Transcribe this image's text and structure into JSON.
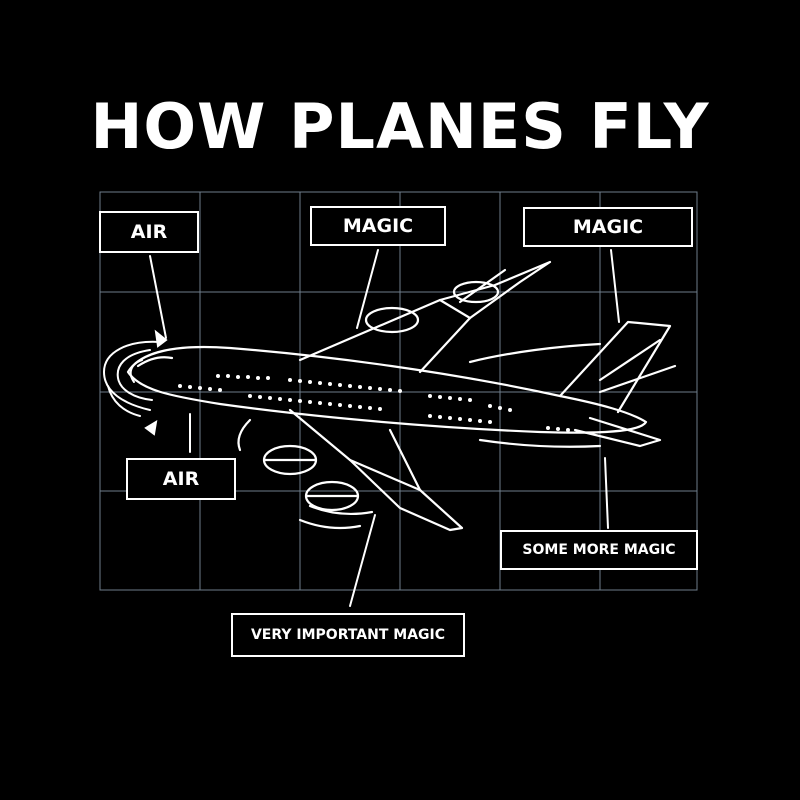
{
  "title": "HOW PLANES FLY",
  "labels": {
    "air_top": "AIR",
    "magic_top_left": "MAGIC",
    "magic_top_right": "MAGIC",
    "air_bottom": "AIR",
    "some_more_magic": "SOME MORE MAGIC",
    "very_important_magic": "VERY IMPORTANT MAGIC"
  },
  "colors": {
    "background": "#000000",
    "ink": "#ffffff",
    "grid": "#6e7d8a"
  },
  "icons": {
    "airplane": "airplane-sketch-icon",
    "airflow": "airflow-swirl-icon"
  }
}
